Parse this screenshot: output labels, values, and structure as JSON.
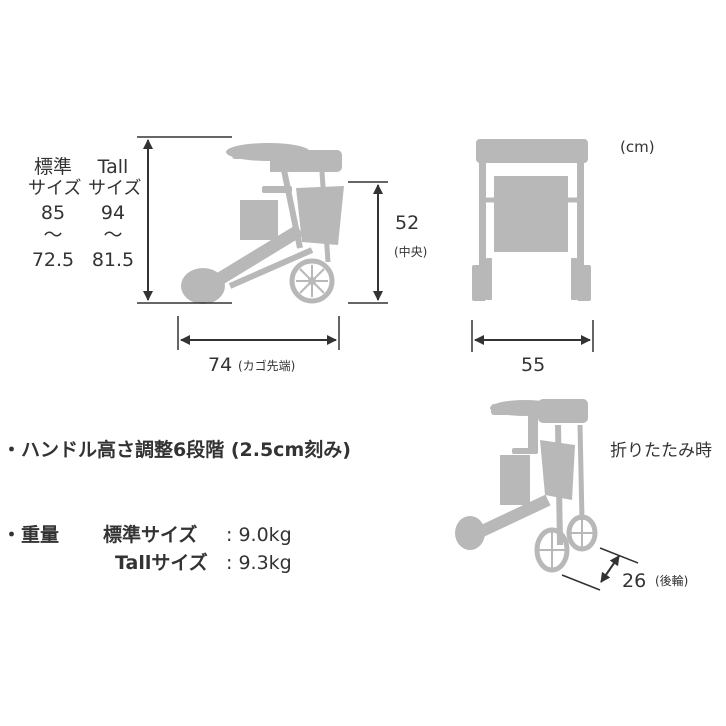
{
  "colors": {
    "silhouette": "#b8b8b8",
    "line": "#333333",
    "text": "#333333"
  },
  "height": {
    "standard": {
      "label1": "標準",
      "label2": "サイズ",
      "max": "85",
      "tilde": "〜",
      "min": "72.5"
    },
    "tall": {
      "label1": "Tall",
      "label2": "サイズ",
      "max": "94",
      "tilde": "〜",
      "min": "81.5"
    }
  },
  "seat": {
    "value": "52",
    "note": "(中央)"
  },
  "length": {
    "value": "74",
    "note": "(カゴ先端)"
  },
  "unit": "(cm)",
  "width": {
    "value": "55"
  },
  "folded": {
    "label": "折りたたみ時",
    "value": "26",
    "note": "(後輪)"
  },
  "specs": {
    "handle": "・ハンドル高さ調整6段階 (2.5cm刻み)",
    "weight_bullet": "・重量",
    "std_label": "標準サイズ",
    "std_value": ": 9.0kg",
    "tall_label": "Tallサイズ",
    "tall_value": ": 9.3kg"
  }
}
